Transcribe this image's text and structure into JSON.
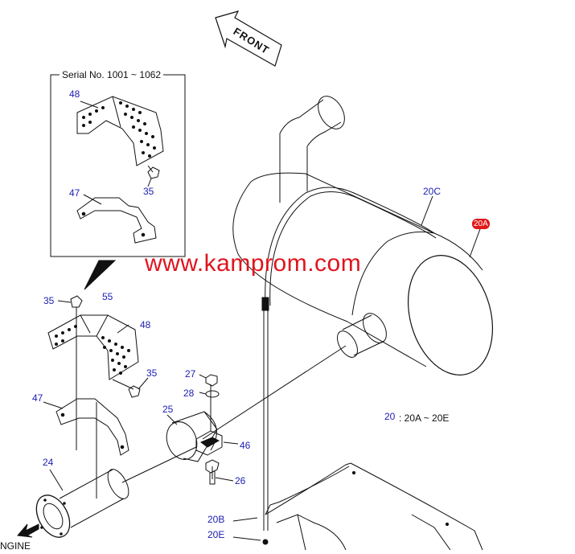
{
  "inset": {
    "title": "Serial No. 1001 ~ 1062"
  },
  "front_arrow": {
    "label": "FRONT"
  },
  "watermark": {
    "text": "www.kamprom.com",
    "color": "#e0141e"
  },
  "engine_label": "NGINE",
  "legend": {
    "ref": "20",
    "text": ": 20A ~ 20E"
  },
  "callouts": {
    "inset_48": "48",
    "inset_35": "35",
    "inset_47": "47",
    "c35a": "35",
    "c55": "55",
    "c48": "48",
    "c47": "47",
    "c35b": "35",
    "c27": "27",
    "c28": "28",
    "c25": "25",
    "c46": "46",
    "c24": "24",
    "c26": "26",
    "c20C": "20C",
    "c20B": "20B",
    "c20E": "20E",
    "c20A": "20A"
  },
  "colors": {
    "callout": "#1c1cb4",
    "badge": "#e01818",
    "line": "#111111"
  }
}
